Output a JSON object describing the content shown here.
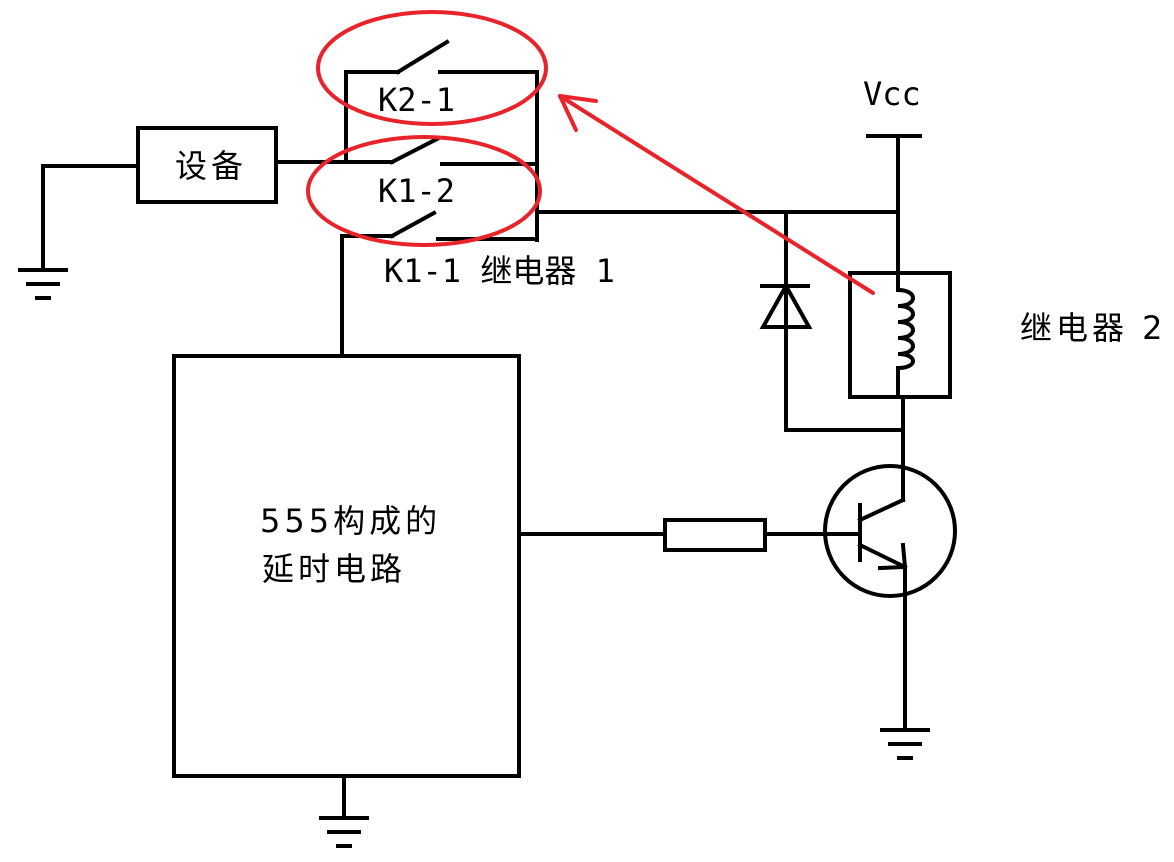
{
  "labels": {
    "vcc": "Vcc",
    "k2_1": "K2-1",
    "k1_2": "K1-2",
    "k1_1_relay1": "K1-1 继电器 1",
    "device": "设备",
    "relay2": "继电器 2",
    "delay_line1": "555构成的",
    "delay_line2": "延时电路"
  },
  "colors": {
    "wire": "#000000",
    "annotation": "#e8242a",
    "background": "#ffffff"
  }
}
